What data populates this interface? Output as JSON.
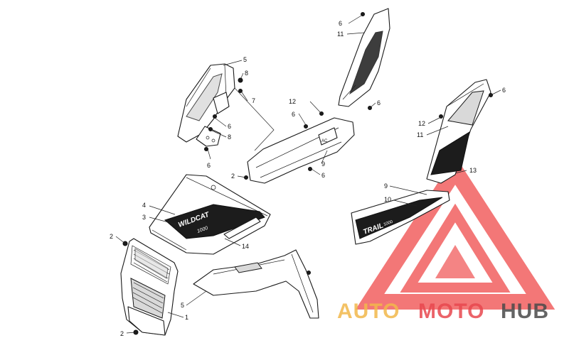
{
  "callouts": {
    "c1": "1",
    "c2a": "2",
    "c2b": "2",
    "c2c": "2",
    "c3": "3",
    "c4": "4",
    "c5a": "5",
    "c5b": "5",
    "c6a": "6",
    "c6b": "6",
    "c6c": "6",
    "c6d": "6",
    "c6e": "6",
    "c6f": "6",
    "c6g": "6",
    "c7": "7",
    "c8a": "8",
    "c8b": "8",
    "c9a": "9",
    "c9b": "9",
    "c10": "10",
    "c11a": "11",
    "c11b": "11",
    "c12a": "12",
    "c12b": "12",
    "c13": "13",
    "c14": "14"
  },
  "decals": {
    "hood_text": "WILDCAT",
    "hood_sub": "1000",
    "panel_text": "TRAIL",
    "panel_sub": "1000",
    "small_logo": "AC"
  },
  "watermark": {
    "part1": "AUTO",
    "part2": "MOTO",
    "part3": "HUB",
    "color1": "#f2b84b",
    "color2": "#e8484f",
    "color3": "#4a4a4a",
    "logo_color": "#ef3a3a"
  }
}
